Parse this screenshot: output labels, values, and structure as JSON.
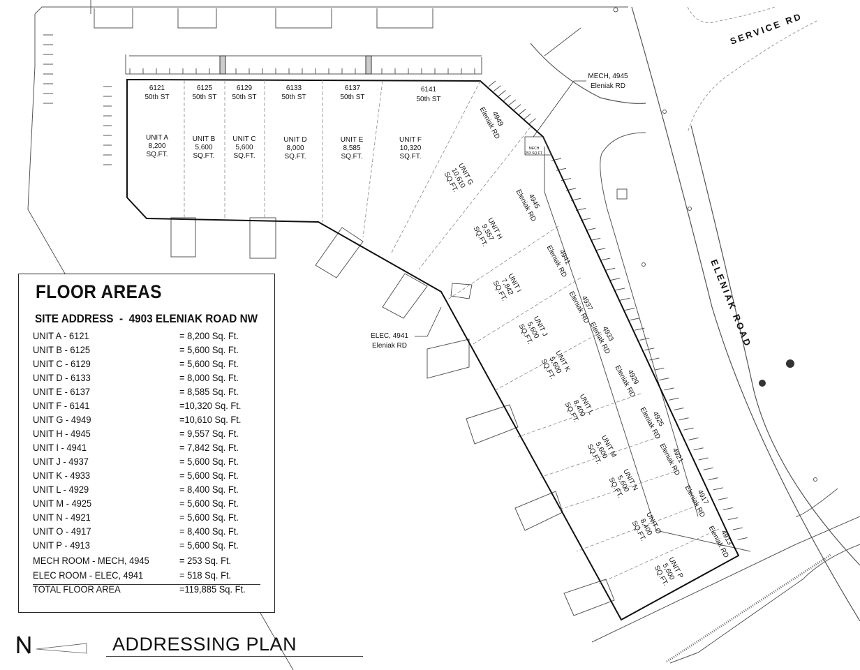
{
  "plan_title": "ADDRESSING PLAN",
  "floor_areas": {
    "title": "FLOOR AREAS",
    "site_address": "SITE ADDRESS  -  4903 ELENIAK ROAD NW",
    "rows": [
      {
        "name": "UNIT A - 6121",
        "value": "= 8,200 Sq. Ft."
      },
      {
        "name": "UNIT B - 6125",
        "value": "= 5,600 Sq. Ft."
      },
      {
        "name": "UNIT C - 6129",
        "value": "= 5,600 Sq. Ft."
      },
      {
        "name": "UNIT D - 6133",
        "value": "= 8,000 Sq. Ft."
      },
      {
        "name": "UNIT E - 6137",
        "value": "= 8,585 Sq. Ft."
      },
      {
        "name": "UNIT F - 6141",
        "value": "=10,320 Sq. Ft."
      },
      {
        "name": "UNIT G - 4949",
        "value": "=10,610 Sq. Ft."
      },
      {
        "name": "UNIT H - 4945",
        "value": "= 9,557 Sq. Ft."
      },
      {
        "name": "UNIT I - 4941",
        "value": "= 7,842 Sq. Ft."
      },
      {
        "name": "UNIT J - 4937",
        "value": "= 5,600 Sq. Ft."
      },
      {
        "name": "UNIT K - 4933",
        "value": "= 5,600 Sq. Ft."
      },
      {
        "name": "UNIT L - 4929",
        "value": "= 8,400 Sq. Ft."
      },
      {
        "name": "UNIT M - 4925",
        "value": "= 5,600 Sq. Ft."
      },
      {
        "name": "UNIT N - 4921",
        "value": "= 5,600 Sq. Ft."
      },
      {
        "name": "UNIT O - 4917",
        "value": "= 8,400 Sq. Ft."
      },
      {
        "name": "UNIT P - 4913",
        "value": "= 5,600 Sq. Ft."
      },
      {
        "name": "MECH ROOM - MECH, 4945",
        "value": "= 253 Sq. Ft."
      },
      {
        "name": "ELEC ROOM - ELEC, 4941",
        "value": "= 518 Sq. Ft."
      }
    ],
    "total": {
      "name": "TOTAL FLOOR AREA",
      "value": "=119,885 Sq. Ft."
    }
  },
  "roads": {
    "service_rd": "SERVICE RD",
    "eleniak_road": "ELENIAK ROAD"
  },
  "callouts": {
    "mech_line1": "MECH, 4945",
    "mech_line2": "Eleniak RD",
    "mech_room": "MECH",
    "mech_room_area": "253 SQ.FT.",
    "elec_line1": "ELEC, 4941",
    "elec_line2": "Eleniak RD"
  },
  "north_units": [
    {
      "num": "6121",
      "street": "50th ST",
      "unit": "UNIT A",
      "area": "8,200",
      "sqft": "SQ.FT."
    },
    {
      "num": "6125",
      "street": "50th ST",
      "unit": "UNIT B",
      "area": "5,600",
      "sqft": "SQ.FT."
    },
    {
      "num": "6129",
      "street": "50th ST",
      "unit": "UNIT C",
      "area": "5,600",
      "sqft": "SQ.FT."
    },
    {
      "num": "6133",
      "street": "50th ST",
      "unit": "UNIT D",
      "area": "8,000",
      "sqft": "SQ.FT."
    },
    {
      "num": "6137",
      "street": "50th ST",
      "unit": "UNIT E",
      "area": "8,585",
      "sqft": "SQ.FT."
    },
    {
      "num": "6141",
      "street": "50th ST",
      "unit": "UNIT F",
      "area": "10,320",
      "sqft": "SQ.FT."
    }
  ],
  "east_units": [
    {
      "unit": "UNIT G",
      "area": "10,610",
      "sqft": "SQ.FT."
    },
    {
      "unit": "UNIT H",
      "area": "9,557",
      "sqft": "SQ.FT."
    },
    {
      "unit": "UNIT I",
      "area": "7,842",
      "sqft": "SQ.FT."
    },
    {
      "unit": "UNIT J",
      "area": "5,600",
      "sqft": "SQ.FT."
    },
    {
      "unit": "UNIT K",
      "area": "5,600",
      "sqft": "SQ.FT."
    },
    {
      "unit": "UNIT L",
      "area": "8,400",
      "sqft": "SQ.FT."
    },
    {
      "unit": "UNIT M",
      "area": "5,600",
      "sqft": "SQ.FT."
    },
    {
      "unit": "UNIT N",
      "area": "5,600",
      "sqft": "SQ.FT."
    },
    {
      "unit": "UNIT O",
      "area": "8,400",
      "sqft": "SQ.FT."
    },
    {
      "unit": "UNIT P",
      "area": "5,600",
      "sqft": "SQ.FT."
    }
  ],
  "east_addresses": [
    {
      "num": "4949",
      "street": "Eleniak RD"
    },
    {
      "num": "4945",
      "street": "Eleniak RD"
    },
    {
      "num": "4941",
      "street": "Eleniak RD"
    },
    {
      "num": "4937",
      "street": "Eleniak RD"
    },
    {
      "num": "4933",
      "street": "Eleniak RD"
    },
    {
      "num": "4929",
      "street": "Eleniak RD"
    },
    {
      "num": "4925",
      "street": "Eleniak RD"
    },
    {
      "num": "4921",
      "street": "Eleniak RD"
    },
    {
      "num": "4917",
      "street": "Eleniak RD"
    },
    {
      "num": "4913",
      "street": "Eleniak RD"
    }
  ]
}
